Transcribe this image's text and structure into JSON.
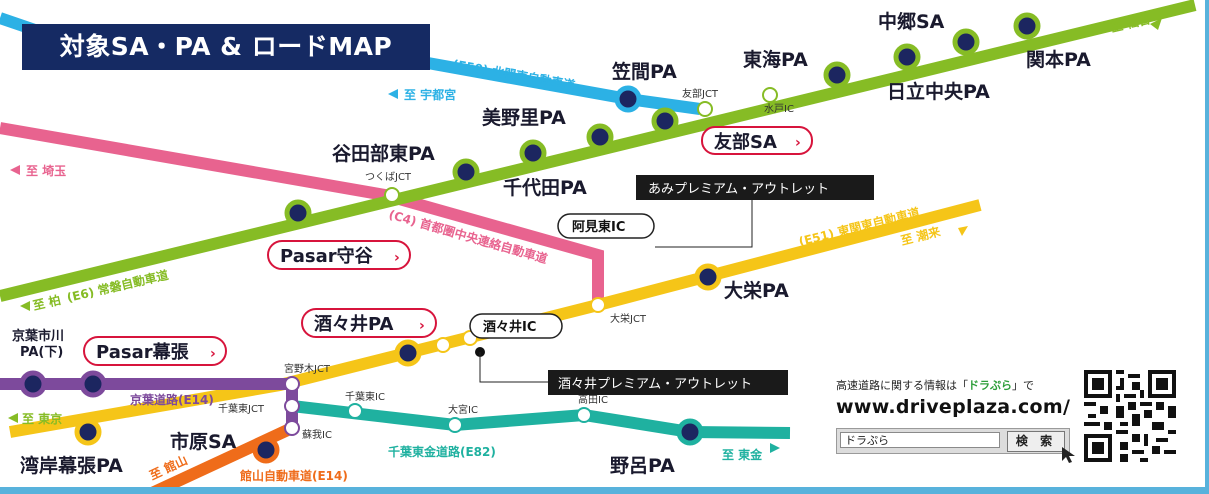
{
  "title": "対象SA・PA & ロードMAP",
  "colors": {
    "joban": "#86bc25",
    "kita_kanto": "#2cb1e5",
    "ken_o": "#e8638f",
    "higashi_kanto": "#f5c518",
    "keiyo": "#7d4a9c",
    "tateyama": "#ef6c1a",
    "chiba_togane": "#1fb1a0",
    "sa_marker": "#1c2660",
    "title_bg": "#152a63",
    "link_red": "#d7143c"
  },
  "roads": {
    "joban": "(E6) 常磐自動車道",
    "kita_kanto": "(E50) 北関東自動車道",
    "ken_o": "(C4) 首都圏中央連絡自動車道",
    "higashi_kanto": "(E51) 東関東自動車道",
    "keiyo": "京葉道路(E14)",
    "tateyama": "館山自動車道(E14)",
    "chiba_togane": "千葉東金道路(E82)"
  },
  "directions": {
    "sendai": "至 仙台",
    "utsunomiya": "至 宇都宮",
    "saitama": "至 埼玉",
    "kashiwa": "至 柏",
    "itako": "至 潮来",
    "tokyo": "至 東京",
    "tateyama": "至 館山",
    "togane": "至 東金"
  },
  "facilities": {
    "nakago": "中郷SA",
    "sekimoto": "関本PA",
    "tokai": "東海PA",
    "hitachi_chuo": "日立中央PA",
    "kasama": "笠間PA",
    "minori": "美野里PA",
    "tomobe": "友部SA",
    "yatabe": "谷田部東PA",
    "chiyoda": "千代田PA",
    "pasar_moriya": "Pasar守谷",
    "taiei": "大栄PA",
    "shisui": "酒々井PA",
    "pasar_makuhari": "Pasar幕張",
    "ichikawa": "京葉市川\nPA(下)",
    "wangan": "湾岸幕張PA",
    "ichihara": "市原SA",
    "noro": "野呂PA"
  },
  "junctions": {
    "tomobe_jct": "友部JCT",
    "mito_ic": "水戸IC",
    "tsukuba_jct": "つくばJCT",
    "ami_ic": "阿見東IC",
    "taiei_jct": "大栄JCT",
    "shisui_ic": "酒々井IC",
    "miyanogi_jct": "宮野木JCT",
    "chiba_jct": "千葉東JCT",
    "soga_ic": "蘇我IC",
    "chibahigashi_ic": "千葉東IC",
    "omiya_ic": "大宮IC",
    "takada_ic": "高田IC"
  },
  "outlets": {
    "ami": "あみプレミアム・アウトレット",
    "shisui": "酒々井プレミアム・アウトレット"
  },
  "info": {
    "text_prefix": "高速道路に関する情報は「",
    "brand": "ドラぷら",
    "text_suffix": "」で",
    "url": "www.driveplaza.com/",
    "search_value": "ドラぷら",
    "search_button": "検 索"
  }
}
